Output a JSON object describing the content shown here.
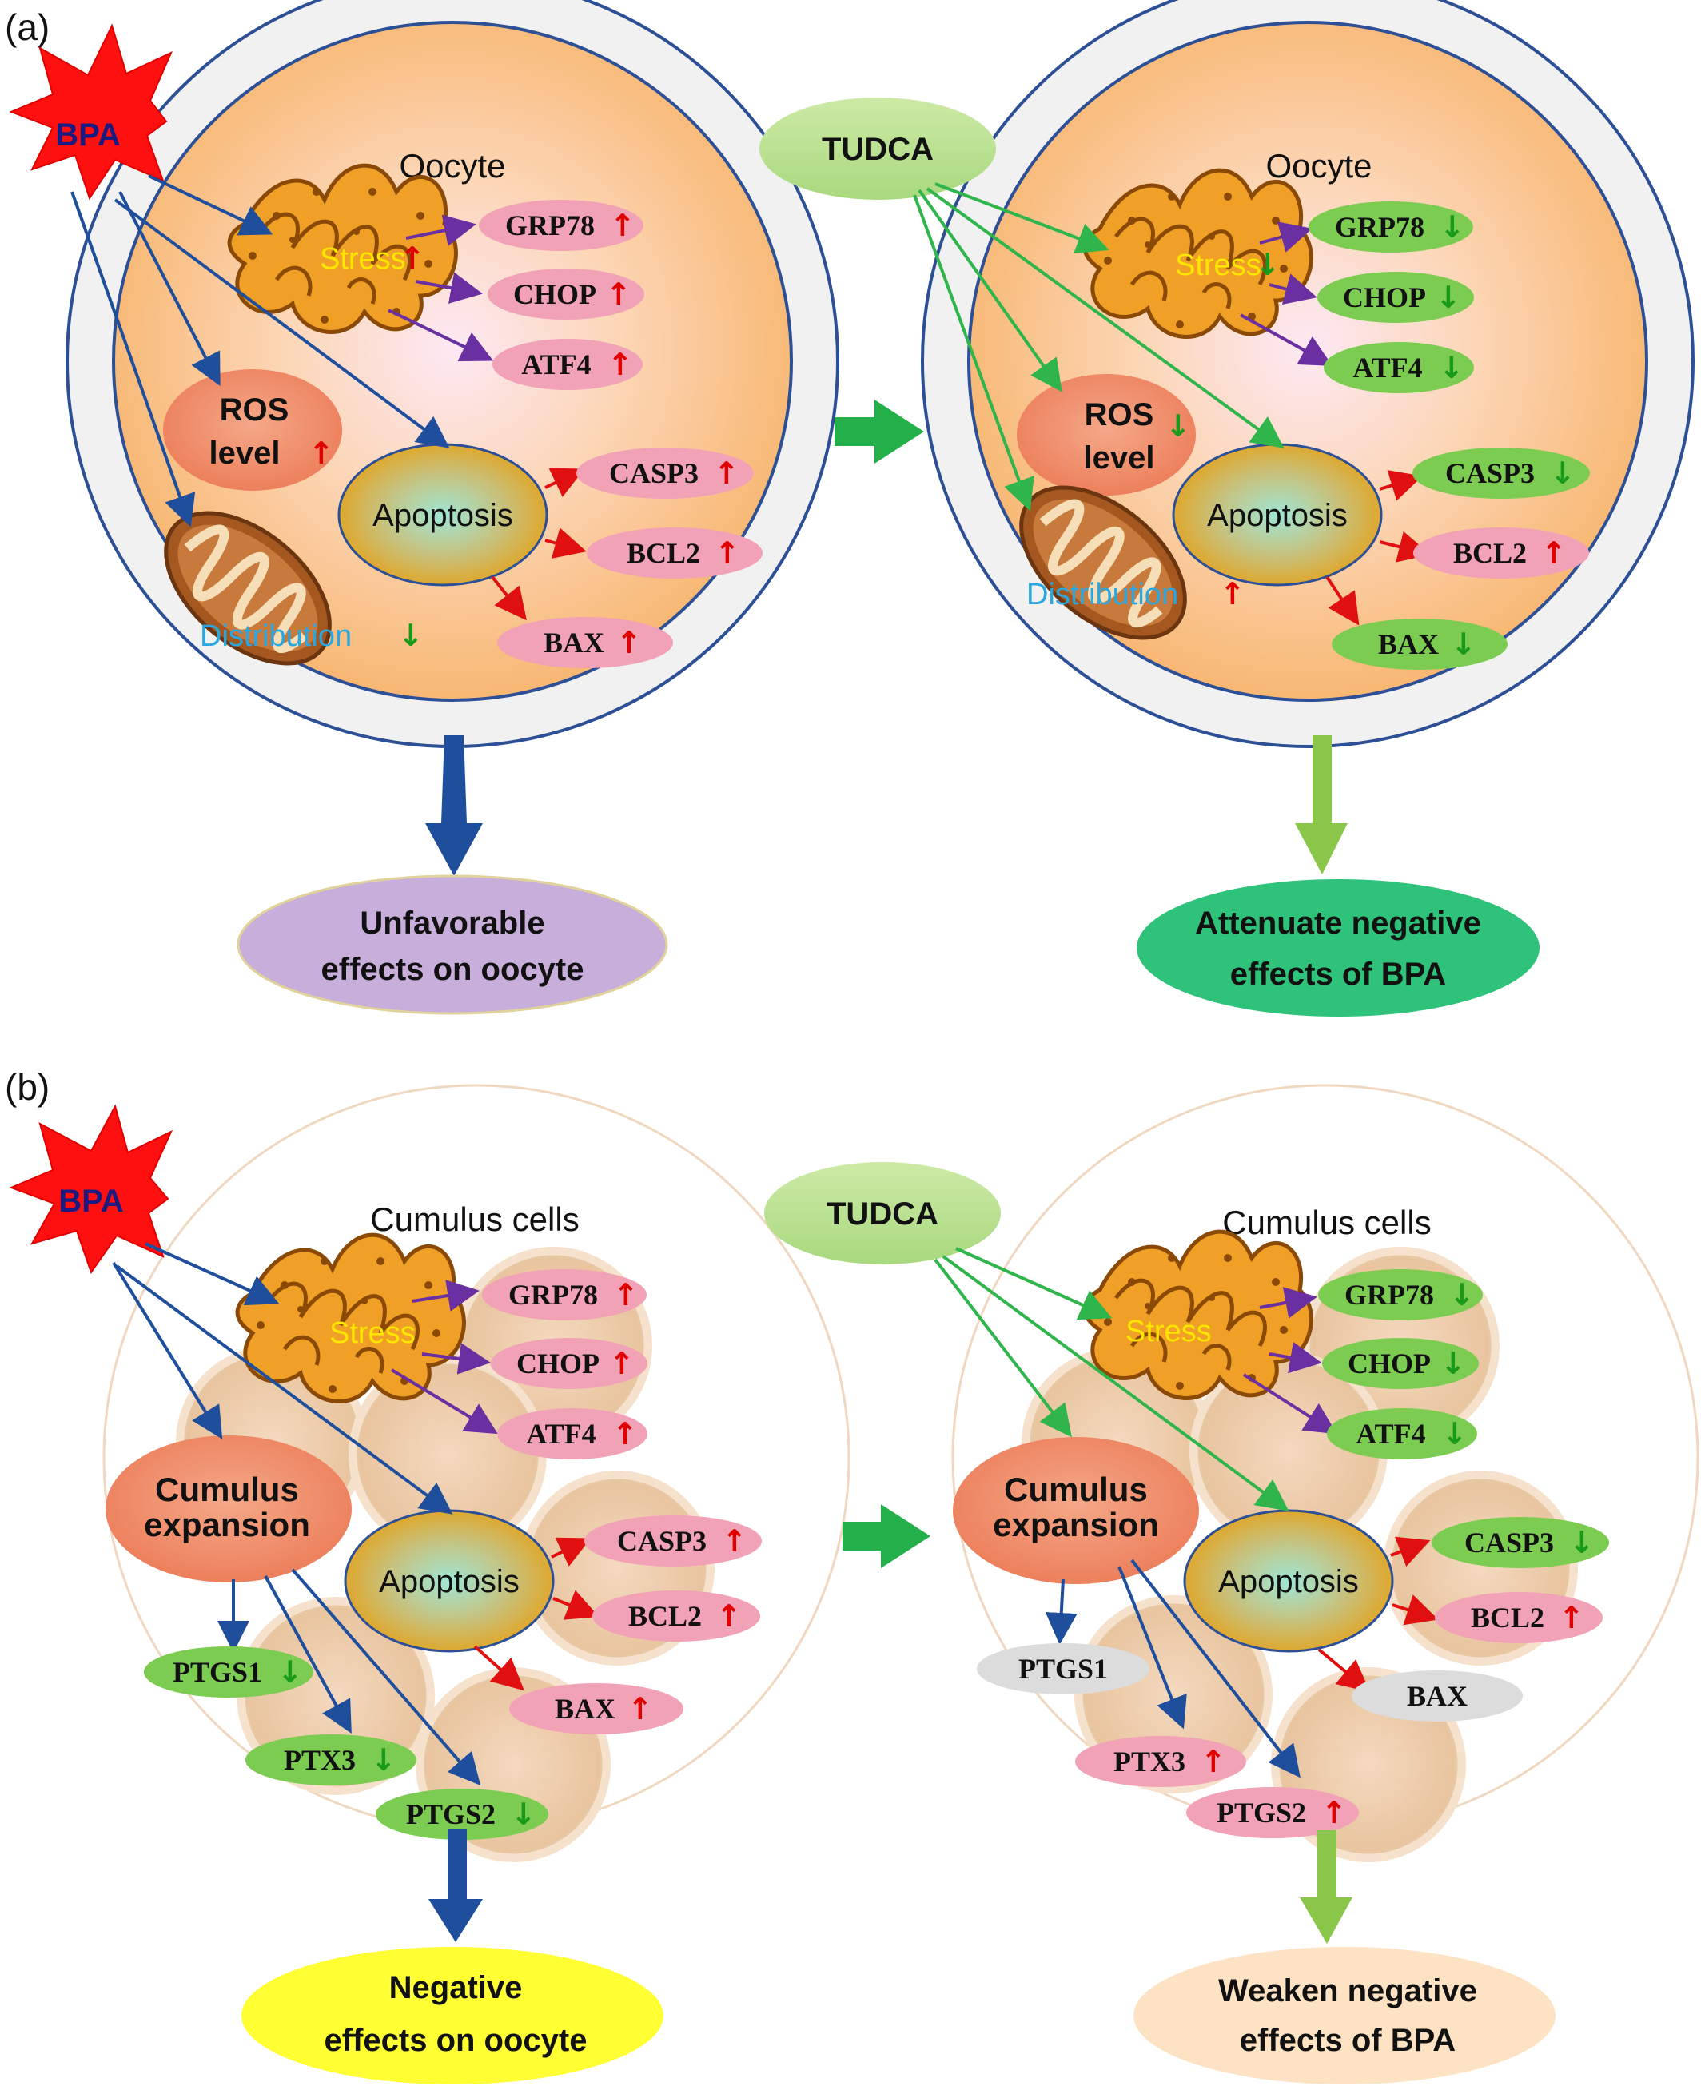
{
  "panels": [
    {
      "label": "(a)",
      "bpa": "BPA",
      "tudca": "TUDCA",
      "left_cell": {
        "title": "Oocyte",
        "stress": "Stress",
        "stress_arrow": "↑",
        "ros_line1": "ROS",
        "ros_line2": "level",
        "ros_arrow": "↑",
        "apoptosis": "Apoptosis",
        "distribution": "Distribution",
        "distribution_arrow": "↓",
        "markers": [
          {
            "label": "GRP78",
            "arrow": "↑",
            "color": "#f2a2b6"
          },
          {
            "label": "CHOP",
            "arrow": "↑",
            "color": "#f2a2b6"
          },
          {
            "label": "ATF4",
            "arrow": "↑",
            "color": "#f2a2b6"
          },
          {
            "label": "CASP3",
            "arrow": "↑",
            "color": "#f2a2b6"
          },
          {
            "label": "BCL2",
            "arrow": "↑",
            "color": "#f2a2b6"
          },
          {
            "label": "BAX",
            "arrow": "↑",
            "color": "#f2a2b6"
          }
        ],
        "outcome_line1": "Unfavorable",
        "outcome_line2": "effects on oocyte"
      },
      "right_cell": {
        "title": "Oocyte",
        "stress": "Stress",
        "stress_arrow": "↓",
        "ros_line1": "ROS",
        "ros_line2": "level",
        "ros_arrow": "↓",
        "apoptosis": "Apoptosis",
        "distribution": "Distribution",
        "distribution_arrow": "↑",
        "markers": [
          {
            "label": "GRP78",
            "arrow": "↓",
            "color": "#7dcc52"
          },
          {
            "label": "CHOP",
            "arrow": "↓",
            "color": "#7dcc52"
          },
          {
            "label": "ATF4",
            "arrow": "↓",
            "color": "#7dcc52"
          },
          {
            "label": "CASP3",
            "arrow": "↓",
            "color": "#7dcc52"
          },
          {
            "label": "BCL2",
            "arrow": "↑",
            "color": "#f2a2b6"
          },
          {
            "label": "BAX",
            "arrow": "↓",
            "color": "#7dcc52"
          }
        ],
        "outcome_line1": "Attenuate negative",
        "outcome_line2": "effects of BPA"
      }
    },
    {
      "label": "(b)",
      "bpa": "BPA",
      "tudca": "TUDCA",
      "left_cell": {
        "title": "Cumulus cells",
        "stress": "Stress",
        "exp_line1": "Cumulus",
        "exp_line2": "expansion",
        "apoptosis": "Apoptosis",
        "markers": [
          {
            "label": "GRP78",
            "arrow": "↑",
            "color": "#f2a2b6"
          },
          {
            "label": "CHOP",
            "arrow": "↑",
            "color": "#f2a2b6"
          },
          {
            "label": "ATF4",
            "arrow": "↑",
            "color": "#f2a2b6"
          },
          {
            "label": "CASP3",
            "arrow": "↑",
            "color": "#f2a2b6"
          },
          {
            "label": "BCL2",
            "arrow": "↑",
            "color": "#f2a2b6"
          },
          {
            "label": "BAX",
            "arrow": "↑",
            "color": "#f2a2b6"
          }
        ],
        "exp_markers": [
          {
            "label": "PTGS1",
            "arrow": "↓",
            "color": "#7dcc52"
          },
          {
            "label": "PTX3",
            "arrow": "↓",
            "color": "#7dcc52"
          },
          {
            "label": "PTGS2",
            "arrow": "↓",
            "color": "#7dcc52"
          }
        ],
        "outcome_line1": "Negative",
        "outcome_line2": "effects on oocyte"
      },
      "right_cell": {
        "title": "Cumulus cells",
        "stress": "Stress",
        "exp_line1": "Cumulus",
        "exp_line2": "expansion",
        "apoptosis": "Apoptosis",
        "markers": [
          {
            "label": "GRP78",
            "arrow": "↓",
            "color": "#7dcc52"
          },
          {
            "label": "CHOP",
            "arrow": "↓",
            "color": "#7dcc52"
          },
          {
            "label": "ATF4",
            "arrow": "↓",
            "color": "#7dcc52"
          },
          {
            "label": "CASP3",
            "arrow": "↓",
            "color": "#7dcc52"
          },
          {
            "label": "BCL2",
            "arrow": "↑",
            "color": "#f2a2b6"
          },
          {
            "label": "BAX",
            "arrow": "",
            "color": "#dcdcdc"
          }
        ],
        "exp_markers": [
          {
            "label": "PTGS1",
            "arrow": "",
            "color": "#dcdcdc"
          },
          {
            "label": "PTX3",
            "arrow": "↑",
            "color": "#f2a2b6"
          },
          {
            "label": "PTGS2",
            "arrow": "↑",
            "color": "#f2a2b6"
          }
        ],
        "outcome_line1": "Weaken negative",
        "outcome_line2": "effects of BPA"
      }
    }
  ],
  "colors": {
    "inhibit_blue": "#1f4e9c",
    "tudca_green": "#2fb54b",
    "er_purple": "#6a2fa0",
    "apoptosis_red": "#e01010",
    "outcome_a_left": "#c8aedb",
    "outcome_a_right": "#2ec27a",
    "outcome_b_left": "#ffff33",
    "outcome_b_right": "#fde3c4"
  }
}
